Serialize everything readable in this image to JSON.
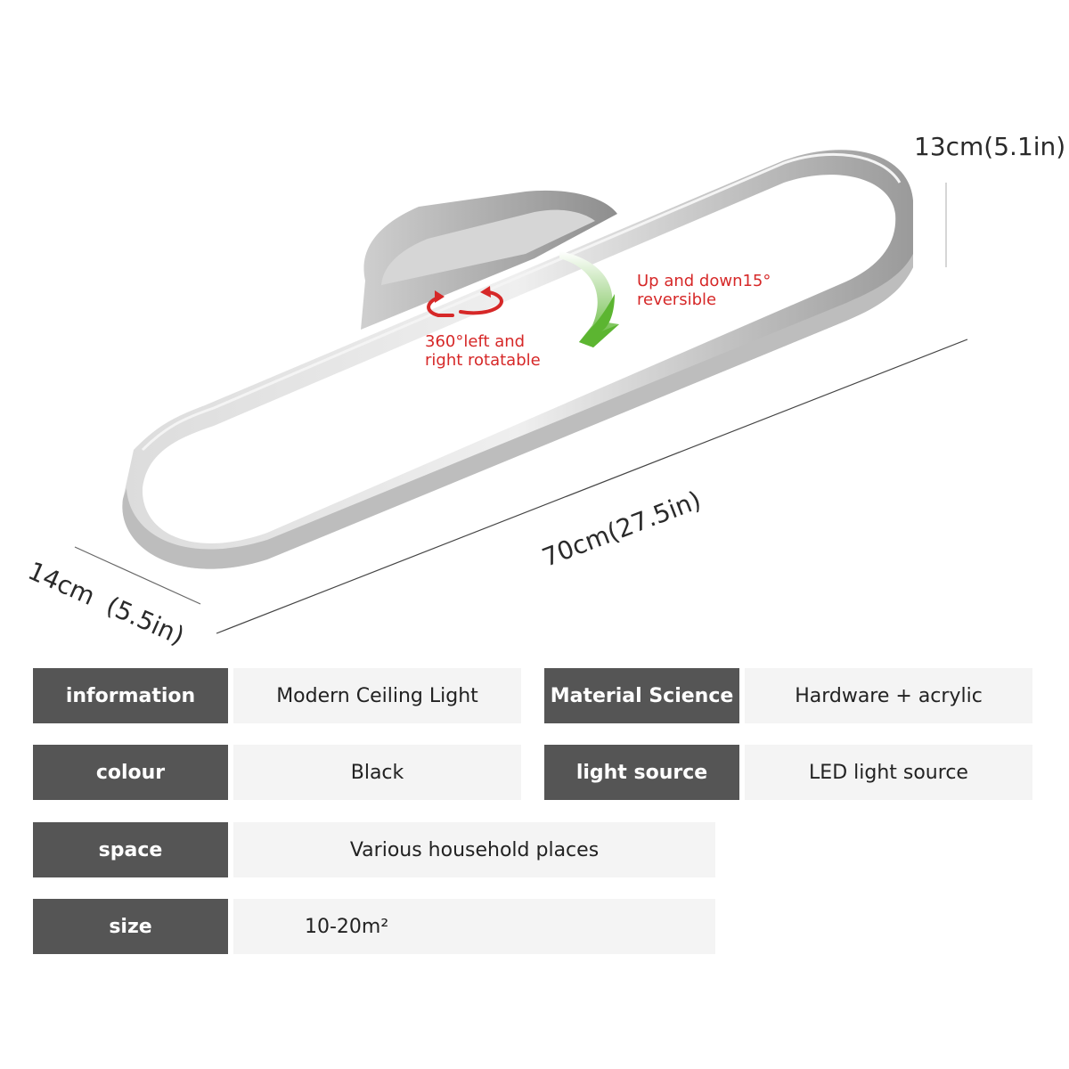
{
  "dimensions": {
    "height": "13cm(5.1in)",
    "length": "70cm(27.5in)",
    "width": "14cm  (5.5in)"
  },
  "annotations": {
    "tilt_line1": "Up and down15°",
    "tilt_line2": "reversible",
    "rotate_line1": "360°left and",
    "rotate_line2": "right rotatable"
  },
  "colors": {
    "accent_red": "#d62828",
    "arrow_green": "#5cb531",
    "key_bg": "#555555",
    "value_bg": "#f4f4f4"
  },
  "specs": [
    {
      "key": "information",
      "value": "Modern Ceiling Light"
    },
    {
      "key": "Material Science",
      "value": "Hardware + acrylic"
    },
    {
      "key": "colour",
      "value": "Black"
    },
    {
      "key": "light source",
      "value": "LED light source"
    },
    {
      "key": "space",
      "value": "Various household places"
    },
    {
      "key": "size",
      "value": "10-20m²"
    }
  ]
}
